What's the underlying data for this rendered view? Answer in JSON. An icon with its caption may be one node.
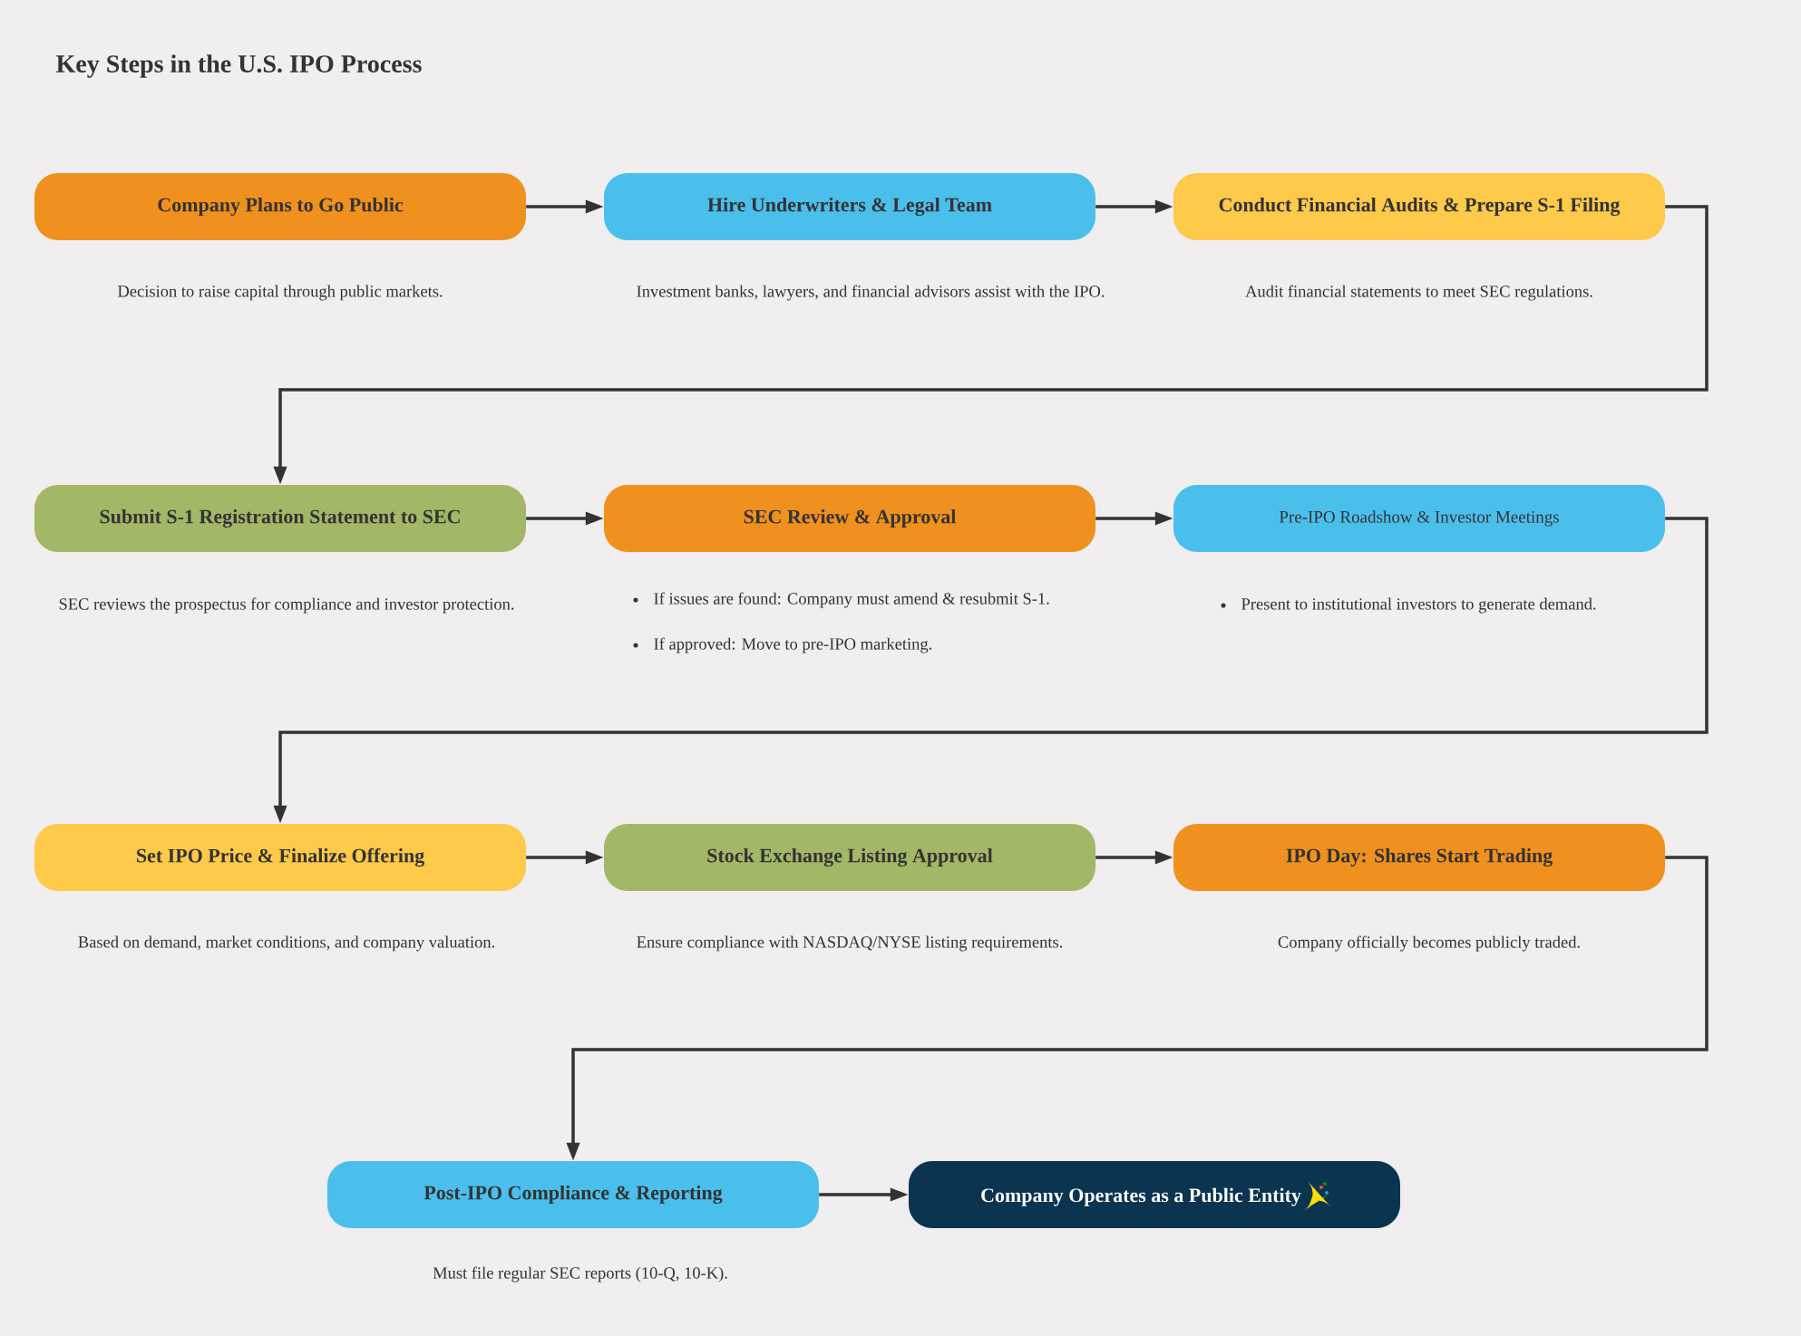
{
  "diagram": {
    "title": "Key Steps in the U.S. IPO Process",
    "nodes": [
      {
        "text": [
          "Company Plans to Go Public"
        ],
        "beside": [
          "Decision to raise capital through public markets."
        ]
      },
      {
        "text": [
          "Hire Underwriters & Legal Team"
        ],
        "beside": [
          "Investment banks, lawyers, and financial advisors assist with the IPO."
        ]
      },
      {
        "text": [
          "Conduct Financial Audits & Prepare S-1 Filing"
        ],
        "beside": [
          "Audit financial statements to meet SEC regulations."
        ]
      },
      {
        "text": [
          "Submit S-1 Registration Statement to SEC"
        ],
        "beside": [
          "SEC reviews the prospectus for compliance and investor protection."
        ]
      },
      {
        "text": [
          "SEC Review & Approval"
        ],
        "beside": [
          "If issues are found: Company must amend & resubmit S-1.",
          "If approved: Move to pre-IPO marketing."
        ]
      },
      {
        "text": [
          "Pre-IPO Roadshow & Investor Meetings"
        ],
        "beside": [
          "Present to institutional investors to generate demand."
        ]
      },
      {
        "text": [
          "Set IPO Price & Finalize Offering"
        ],
        "beside": [
          "Based on demand, market conditions, and company valuation."
        ]
      },
      {
        "text": [
          "Stock Exchange Listing Approval"
        ],
        "beside": [
          "Ensure compliance with NASDAQ/NYSE listing requirements."
        ]
      },
      {
        "text": [
          "IPO Day: Shares Start Trading"
        ],
        "beside": [
          "Company officially becomes publicly traded."
        ]
      },
      {
        "text": [
          "Post-IPO Compliance & Reporting"
        ],
        "beside": [
          "Must file regular SEC reports (10-Q, 10-K)."
        ]
      },
      {
        "text": [
          "Company Operates as a Public Entity"
        ]
      }
    ],
    "edges": [
      {
        "from": 0,
        "to": 1,
        "arrow": "to"
      },
      {
        "from": 1,
        "to": 2,
        "arrow": "to"
      },
      {
        "from": 2,
        "to": 3,
        "arrow": "to"
      },
      {
        "from": 3,
        "to": 4,
        "arrow": "to"
      },
      {
        "from": 4,
        "to": 5,
        "arrow": "to"
      },
      {
        "from": 5,
        "to": 6,
        "arrow": "to"
      },
      {
        "from": 6,
        "to": 7,
        "arrow": "to"
      },
      {
        "from": 7,
        "to": 8,
        "arrow": "to"
      },
      {
        "from": 8,
        "to": 9,
        "arrow": "to"
      },
      {
        "from": 9,
        "to": 10,
        "arrow": "to"
      }
    ]
  }
}
